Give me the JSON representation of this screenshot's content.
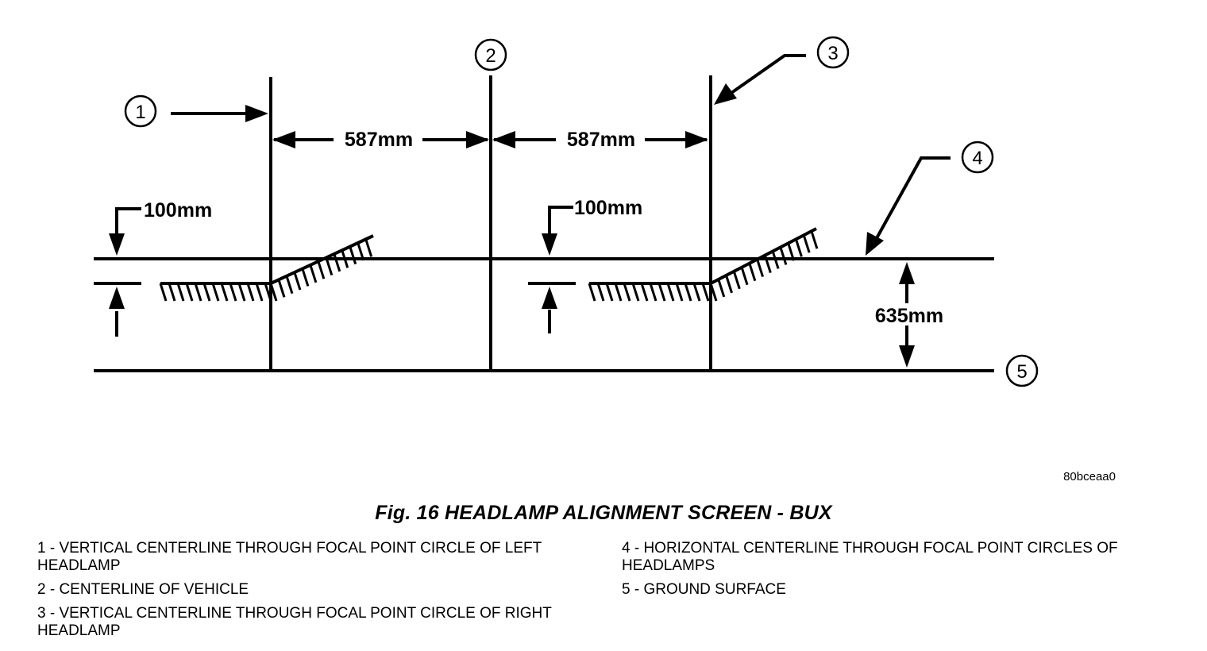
{
  "dimensions": {
    "left_spacing": "587mm",
    "right_spacing": "587mm",
    "left_drop": "100mm",
    "right_drop": "100mm",
    "height": "635mm"
  },
  "callouts": [
    "1",
    "2",
    "3",
    "4",
    "5"
  ],
  "image_code": "80bceaa0",
  "caption": "Fig. 16 HEADLAMP ALIGNMENT SCREEN - BUX",
  "legend": {
    "left": [
      "1 - VERTICAL CENTERLINE THROUGH FOCAL POINT CIRCLE OF LEFT HEADLAMP",
      "2 - CENTERLINE OF VEHICLE",
      "3 - VERTICAL CENTERLINE THROUGH FOCAL POINT CIRCLE OF RIGHT HEADLAMP"
    ],
    "right": [
      "4 - HORIZONTAL CENTERLINE THROUGH FOCAL POINT CIRCLES OF HEADLAMPS",
      "5 - GROUND SURFACE"
    ]
  }
}
